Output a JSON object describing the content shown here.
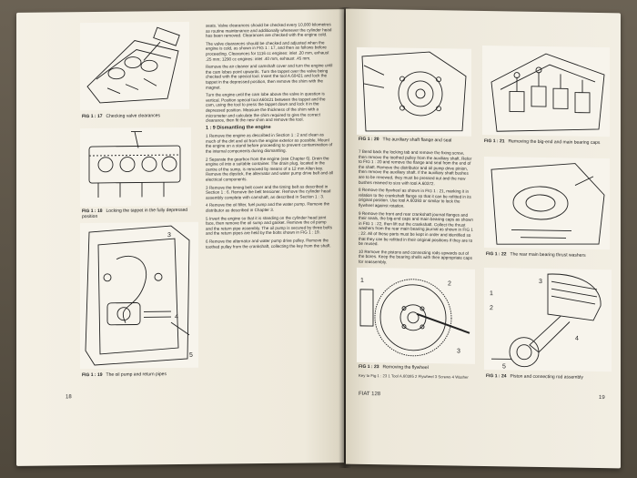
{
  "left_page": {
    "figures": [
      {
        "num": "FIG 1 : 17",
        "caption": "Checking valve clearances"
      },
      {
        "num": "FIG 1 : 18",
        "caption": "Locking the tappet in the fully depressed position"
      },
      {
        "num": "FIG 1 : 19",
        "caption": "The oil pump and return pipes"
      }
    ],
    "fig19_callouts": [
      "3",
      "4",
      "5"
    ],
    "body_top": "seats. Valve clearances should be checked every 10,000 kilometres as routine maintenance and additionally whenever the cylinder head has been removed. Clearances are checked with the engine cold.",
    "body_valve": "The valve clearances should be checked and adjusted when the engine is cold, as shown in FIG 1 : 17, and then as follows before proceeding. Clearances for 1116 cc engines: inlet .20 mm, exhaust .25 mm; 1290 cc engines: inlet .40 mm, exhaust .45 mm.",
    "body_adjust": "Remove the air cleaner and camshaft cover and turn the engine until the cam lobes point upwards. Turn the tappet over the valve being checked with the special tool. Insert the tool A.60421 and lock the tappet in the depressed position, then remove the shim with the magnet.",
    "body_shim": "Turn the engine until the cam lobe above the valve in question is vertical. Position special tool A60421 between the tappet and the cam, using the tool to press the tappet down and lock it in the depressed position. Measure the thickness of the shim with a micrometer and calculate the shim required to give the correct clearance, then fit the new shim and remove the tool.",
    "section_heading": "1 : 9 Dismantling the engine",
    "steps": [
      "1 Remove the engine as described in Section 1 : 2 and clean as much of the dirt and oil from the engine exterior as possible. Mount the engine on a stand before proceeding to prevent contamination of the internal components during dismantling.",
      "2 Separate the gearbox from the engine (see Chapter 6). Drain the engine oil into a suitable container. The drain plug, located in the centre of the sump, is removed by means of a 12 mm Allen key. Remove the dipstick, the alternator and water pump drive belt and all electrical components.",
      "3 Remove the timing belt cover and the timing belt as described in Section 1 : 6. Remove the belt tensioner. Remove the cylinder head assembly complete with camshaft, as described in Section 1 : 3.",
      "4 Remove the oil filter, fuel pump and the water pump. Remove the distributor as described in Chapter 3.",
      "5 Invert the engine so that it is standing on the cylinder head joint face, then remove the oil sump and gasket. Remove the oil pump and the return pipe assembly. The oil pump is secured by three bolts and the return pipes are held by the bolts shown in FIG 1 : 19.",
      "6 Remove the alternator and water pump drive pulley. Remove the toothed pulley from the crankshaft, collecting the key from the shaft."
    ],
    "page_number": "18"
  },
  "right_page": {
    "figures": [
      {
        "num": "FIG 1 : 20",
        "caption": "The auxiliary shaft flange and seal"
      },
      {
        "num": "FIG 1 : 21",
        "caption": "Removing the big-end and main bearing caps"
      },
      {
        "num": "FIG 1 : 22",
        "caption": "The rear main bearing thrust washers"
      },
      {
        "num": "FIG 1 : 23",
        "caption": "Removing the flywheel"
      },
      {
        "num": "FIG 1 : 24",
        "caption": "Piston and connecting rod assembly"
      }
    ],
    "fig23_callouts": [
      "1",
      "2",
      "3"
    ],
    "fig24_callouts": [
      "1",
      "2",
      "3",
      "4",
      "5"
    ],
    "ref_key": "Key to Fig 1 : 23   1 Tool A.60395   2 Flywheel   3 Screws   4 Washer",
    "steps": [
      "7 Bend back the locking tab and remove the fixing screw, then remove the toothed pulley from the auxiliary shaft. Refer to FIG 1 : 20 and remove the flange and seal from the end of the shaft. Remove the distributor and oil pump drive pinion, then remove the auxiliary shaft. If the auxiliary shaft bushes are to be renewed, they must be pressed out and the new bushes reamed to size with tool A.60372.",
      "8 Remove the flywheel as shown in FIG 1 : 21, marking it in relation to the crankshaft flange so that it can be refitted in its original position. Use tool A.60393 or similar to lock the flywheel against rotation.",
      "9 Remove the front and rear crankshaft journal flanges and their seals, the big-end caps and main bearing caps as shown in FIG 1 : 22, then lift out the crankshaft. Collect the thrust washers from the rear main bearing journal as shown in FIG 1 : 22. All of these parts must be kept in order and identified so that they can be refitted in their original positions if they are to be reused.",
      "10 Remove the pistons and connecting rods upwards out of the bores. Keep the bearing shells with their appropriate caps for reassembly."
    ],
    "footer_title": "FIAT 128",
    "page_number": "19"
  }
}
